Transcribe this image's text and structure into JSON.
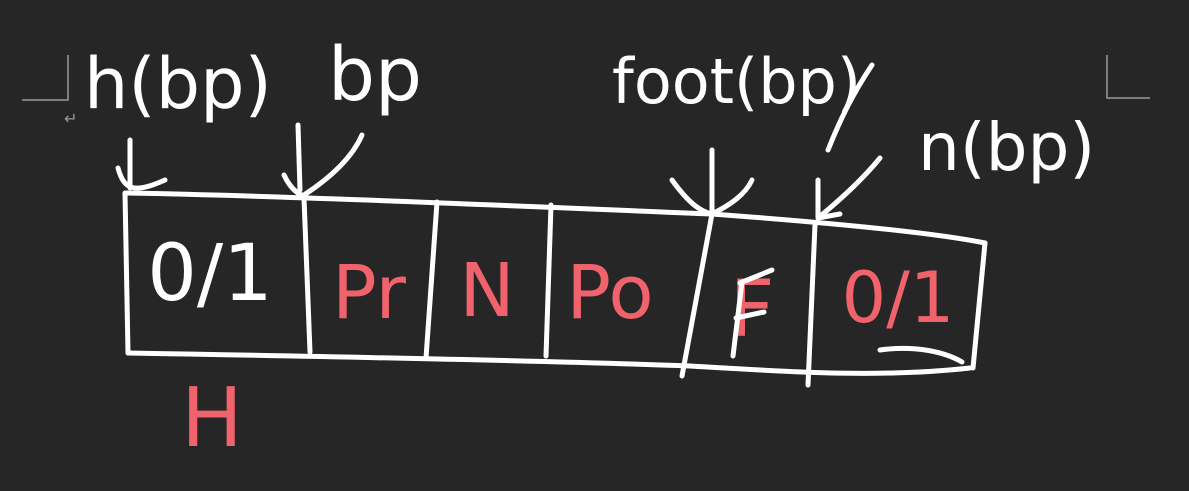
{
  "colors": {
    "background": "#262626",
    "ink_white": "#ffffff",
    "ink_red": "#f0636c",
    "page_corner": "#9a9a9a"
  },
  "pointers": {
    "header_ptr": "h(bp)",
    "block_ptr": "bp",
    "footer_ptr": "foot(bp)",
    "next_ptr": "n(bp)"
  },
  "cells": [
    {
      "text": "0/1",
      "color": "white"
    },
    {
      "text": "Pr",
      "color": "red"
    },
    {
      "text": "N",
      "color": "red"
    },
    {
      "text": "Po",
      "color": "red"
    },
    {
      "text": "F",
      "color": "red"
    },
    {
      "text": "0/1",
      "color": "red"
    }
  ],
  "below_label": "H",
  "icons": {
    "return_mark": "return-arrow-icon"
  }
}
